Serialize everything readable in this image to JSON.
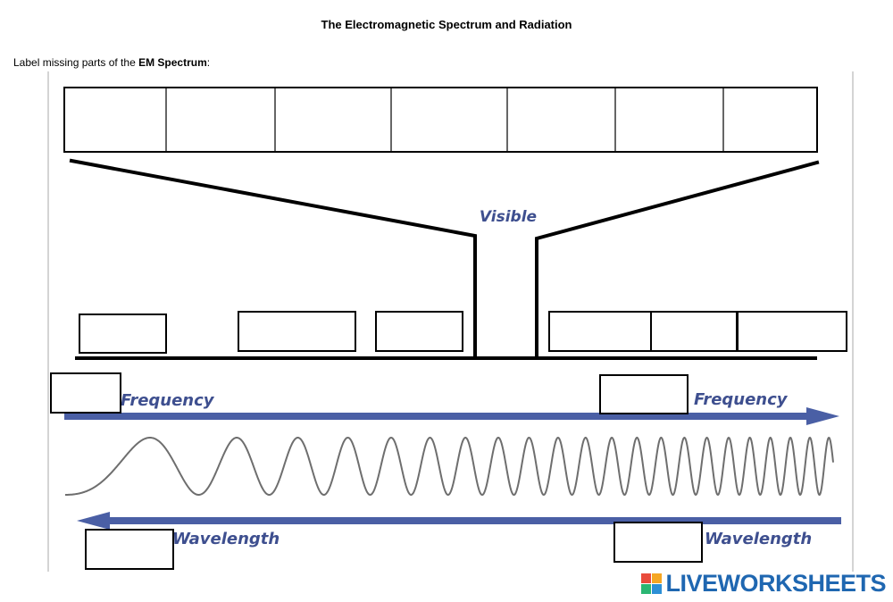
{
  "page": {
    "title": "The Electromagnetic Spectrum and Radiation",
    "instruction_prefix": "Label missing parts of the ",
    "instruction_bold": "EM Spectrum",
    "instruction_suffix": ":"
  },
  "diagram": {
    "visible_label": "Visible",
    "frequency_label_left": "Frequency",
    "frequency_label_right": "Frequency",
    "wavelength_label_left": "Wavelength",
    "wavelength_label_right": "Wavelength",
    "arrow_color": "#4a5fa5",
    "label_color": "#3e4f8f",
    "top_band_cells": 7,
    "bottom_row_boxes": 6
  },
  "brand": {
    "name": "LIVEWORKSHEETS",
    "color": "#1f67b1",
    "logo_colors": [
      "#e94b3c",
      "#f5a623",
      "#2bb673",
      "#2d8fd5"
    ]
  }
}
